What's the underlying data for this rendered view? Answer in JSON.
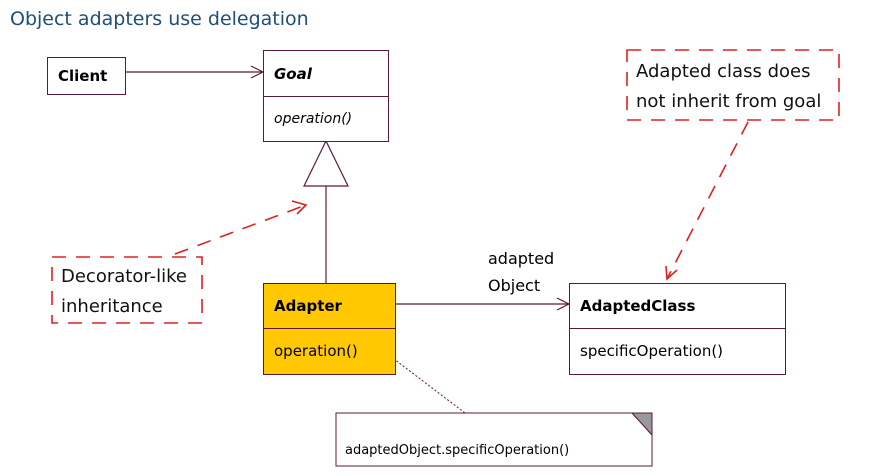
{
  "title": "Object adapters use delegation",
  "client": {
    "name": "Client"
  },
  "goal": {
    "name": "Goal",
    "operation": "operation()"
  },
  "adapter": {
    "name": "Adapter",
    "operation": "operation()"
  },
  "adapted_class": {
    "name": "AdaptedClass",
    "operation": "specificOperation()"
  },
  "association": {
    "line1": "adapted",
    "line2": "Object"
  },
  "note": {
    "text": "adaptedObject.specificOperation()"
  },
  "callouts": {
    "decorator": {
      "line1": "Decorator-like",
      "line2": "inheritance"
    },
    "adapted": {
      "line1": "Adapted class does",
      "line2": "not inherit from goal"
    }
  },
  "colors": {
    "line": "#5b1a3b",
    "adapter_fill": "#ffc800",
    "callout_dash": "#e02020",
    "title": "#1f4e79"
  }
}
